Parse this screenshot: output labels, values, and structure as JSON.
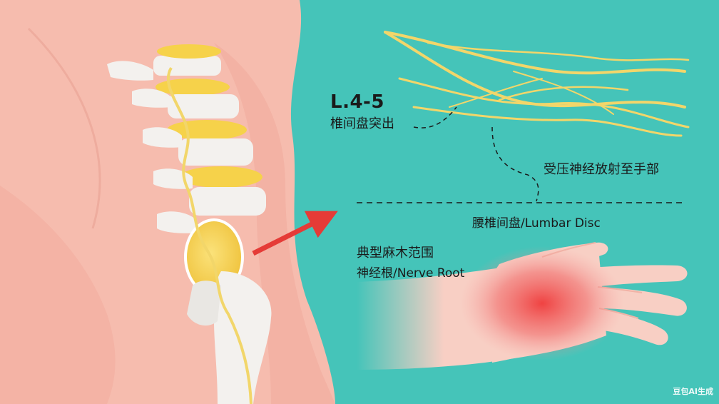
{
  "labels": {
    "spinal_level": "L.4-5",
    "disc_herniation": "椎间盘突出",
    "radiating_nerve": "受压神经放射至手部",
    "lumbar_disc": "腰椎间盘/Lumbar Disc",
    "numbness_range": "典型麻木范围",
    "nerve_root": "神经根/Nerve Root"
  },
  "watermark": "豆包AI生成",
  "colors": {
    "background": "#45c4b9",
    "skin": "#f6bcae",
    "bone": "#f3f1ee",
    "disc": "#f6d24a",
    "nerve": "#f2d66a",
    "arrow": "#e53b37",
    "numb_area": "#ef4b4b"
  }
}
